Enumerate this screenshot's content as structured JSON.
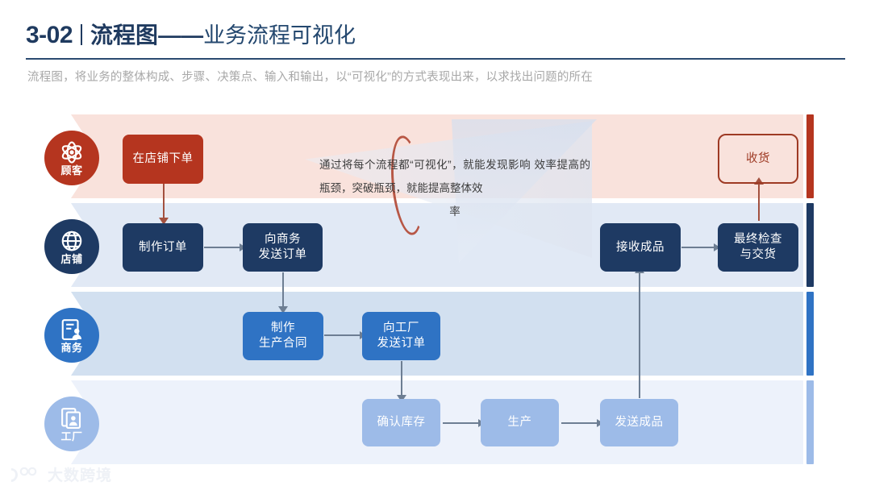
{
  "header": {
    "number": "3-02",
    "title_main": "流程图",
    "title_dash": "——",
    "title_sub": "业务流程可视化",
    "subtitle": "流程图，将业务的整体构成、步骤、决策点、输入和输出，以“可视化”的方式表现出来，以求找出问题的所在"
  },
  "callout": {
    "line1": "通过将每个流程都“可视化”，就能发现影响",
    "line2": "效率提高的瓶颈，突破瓶颈，就能提高整体效",
    "line3": "率"
  },
  "lanes": [
    {
      "label": "顾客",
      "icon": "atom-icon",
      "color": "#b5351f"
    },
    {
      "label": "店铺",
      "icon": "globe-icon",
      "color": "#1e3a63"
    },
    {
      "label": "商务",
      "icon": "contract-person-icon",
      "color": "#2f73c4"
    },
    {
      "label": "工厂",
      "icon": "documents-person-icon",
      "color": "#9dbbe8"
    }
  ],
  "nodes": {
    "place_order": "在店铺下单",
    "receive_goods": "收货",
    "make_order": "制作订单",
    "send_order_to_business": "向商务\n发送订单",
    "receive_finished": "接收成品",
    "final_check_deliver": "最终检查\n与交货",
    "make_contract": "制作\n生产合同",
    "send_order_to_factory": "向工厂\n发送订单",
    "confirm_stock": "确认库存",
    "produce": "生产",
    "send_finished": "发送成品"
  },
  "footer": {
    "logo_text": "大数跨境"
  }
}
